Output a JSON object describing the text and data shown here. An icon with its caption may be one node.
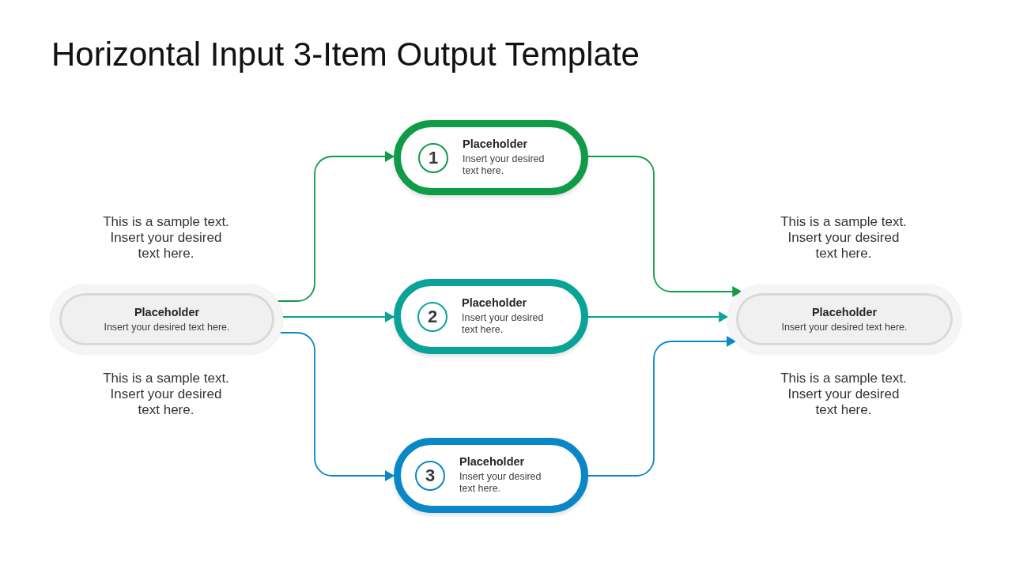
{
  "diagram": {
    "title": "Horizontal Input 3-Item Output Template",
    "nodes": [
      {
        "text": [
          "Placeholder",
          "Insert your desired text here."
        ],
        "beside": [
          "This is a sample text. Insert your desired text here.",
          "This is a sample text. Insert your desired text here."
        ]
      },
      {
        "text": [
          "Placeholder",
          "Insert your desired text here."
        ]
      },
      {
        "text": [
          "1"
        ],
        "in": 1
      },
      {
        "text": [
          "Placeholder",
          "Insert your desired text here."
        ]
      },
      {
        "text": [
          "2"
        ],
        "in": 3
      },
      {
        "text": [
          "Placeholder",
          "Insert your desired text here."
        ]
      },
      {
        "text": [
          "3"
        ],
        "in": 5
      },
      {
        "text": [
          "Placeholder",
          "Insert your desired text here."
        ],
        "beside": [
          "This is a sample text. Insert your desired text here.",
          "This is a sample text. Insert your desired text here."
        ]
      }
    ],
    "edges": [
      {
        "from": 0,
        "to": 1,
        "arrow": "to",
        "color": "#109b48"
      },
      {
        "from": 0,
        "to": 3,
        "arrow": "to",
        "color": "#0aa398"
      },
      {
        "from": 0,
        "to": 5,
        "arrow": "to",
        "color": "#0a87c6"
      },
      {
        "from": 1,
        "to": 7,
        "arrow": "to",
        "color": "#109b48"
      },
      {
        "from": 3,
        "to": 7,
        "arrow": "to",
        "color": "#0aa398"
      },
      {
        "from": 5,
        "to": 7,
        "arrow": "to",
        "color": "#0a87c6"
      }
    ]
  }
}
